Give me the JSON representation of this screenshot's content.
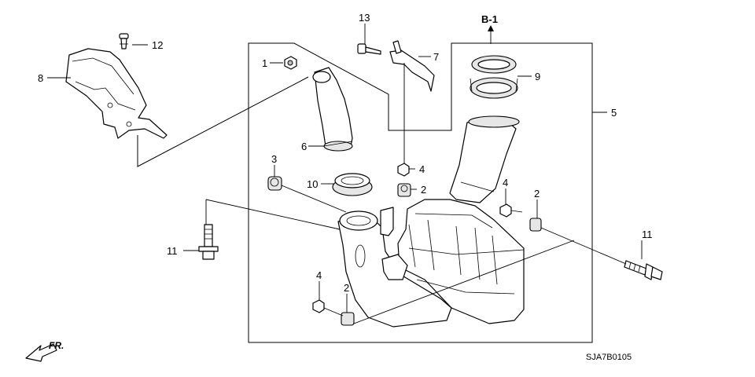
{
  "callouts": {
    "c1": "1",
    "c2a": "2",
    "c2b": "2",
    "c2c": "2",
    "c3": "3",
    "c4a": "4",
    "c4b": "4",
    "c4c": "4",
    "c5": "5",
    "c6": "6",
    "c7": "7",
    "c8": "8",
    "c9": "9",
    "c10": "10",
    "c11a": "11",
    "c11b": "11",
    "c12": "12",
    "c13": "13"
  },
  "reference_label": "B-1",
  "direction_label": "FR.",
  "diagram_code": "SJA7B0105"
}
